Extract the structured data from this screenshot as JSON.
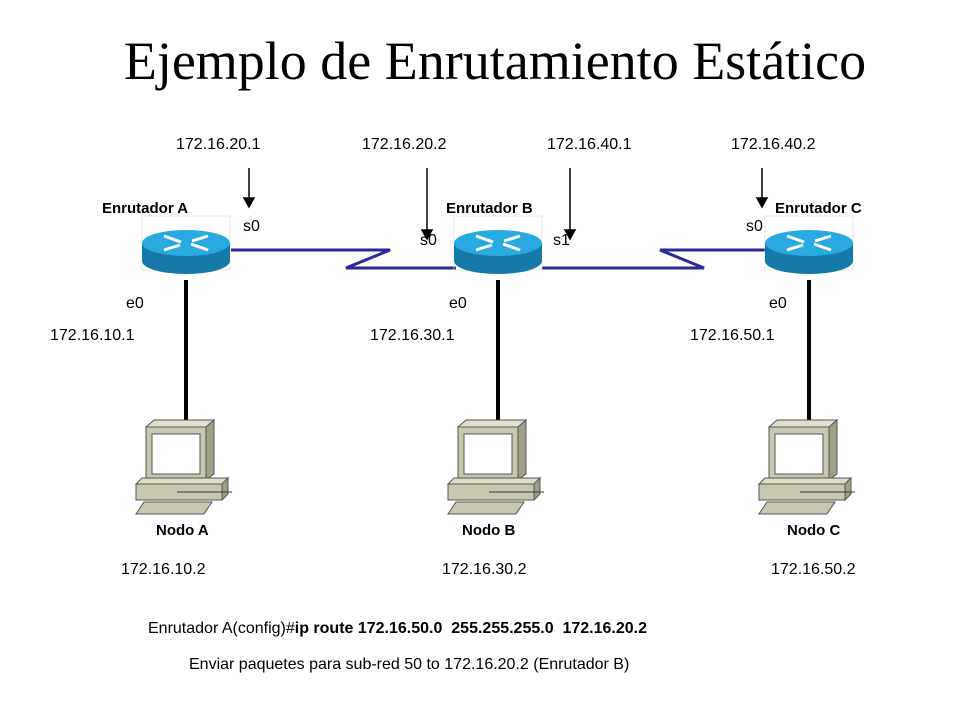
{
  "title": "Ejemplo de Enrutamiento Estático",
  "serial_ips": [
    "172.16.20.1",
    "172.16.20.2",
    "172.16.40.1",
    "172.16.40.2"
  ],
  "routers": [
    {
      "name": "Enrutador A",
      "serial": "s0",
      "eth": "e0",
      "eth_ip": "172.16.10.1"
    },
    {
      "name": "Enrutador B",
      "serial": "s0",
      "serial2": "s1",
      "eth": "e0",
      "eth_ip": "172.16.30.1"
    },
    {
      "name": "Enrutador C",
      "serial": "s0",
      "eth": "e0",
      "eth_ip": "172.16.50.1"
    }
  ],
  "nodes": [
    {
      "name": "Nodo A",
      "ip": "172.16.10.2"
    },
    {
      "name": "Nodo B",
      "ip": "172.16.30.2"
    },
    {
      "name": "Nodo C",
      "ip": "172.16.50.2"
    }
  ],
  "command": {
    "prompt": "Enrutador A(config)#",
    "cmd": "ip route 172.16.50.0  255.255.255.0  172.16.20.2"
  },
  "caption": "Enviar paquetes para sub-red 50 to 172.16.20.2 (Enrutador B)",
  "colors": {
    "link": "#2a2a9a",
    "router": "#1a9ad6",
    "pc": "#c8c8b0"
  }
}
